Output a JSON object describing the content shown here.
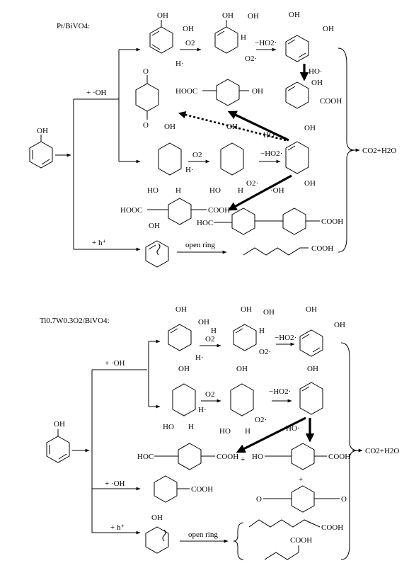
{
  "panel_top": {
    "title": "Pt/BiVO4:",
    "reagent_oh": "+ ·OH",
    "reagent_h": "+ h⁺",
    "o2_a": "O2",
    "h_a": "H",
    "o2rad_a": "O2·",
    "hdot_a": "H·",
    "minus_ho2_a": "−HO2·",
    "ho_dot": "HO·",
    "oh_label": "OH",
    "hooc_cooh": "HOOC",
    "ho_dot2": "HO·",
    "o2_b": "O2",
    "hdot_b": "H·",
    "o2rad_b": "O2·",
    "minus_ho2_b": "−HO2·",
    "oh_dot": "·OH",
    "products": "CO2+H2O",
    "open_ring": "open ring",
    "cooh": "COOH",
    "hoc": "HOC",
    "h": "H",
    "ho": "HO"
  },
  "panel_bottom": {
    "title": "Ti0.7W0.3O2/BiVO4:",
    "reagent_oh": "+ ·OH",
    "reagent_oh2": "+ ·OH",
    "reagent_h": "+ h⁺",
    "o2_a": "O2",
    "h_a": "H",
    "o2rad_a": "O2·",
    "hdot_a": "H·",
    "minus_ho2_a": "−HO2·",
    "o2_b": "O2",
    "hdot_b": "H·",
    "o2rad_b": "O2·",
    "minus_ho2_b": "−HO2·",
    "ho_dot": "HO·",
    "oh_label": "OH",
    "products": "CO2+H2O",
    "open_ring": "open ring",
    "cooh": "COOH",
    "hoc": "HOC",
    "ho": "HO",
    "plus": "+",
    "o": "O",
    "h": "H"
  }
}
